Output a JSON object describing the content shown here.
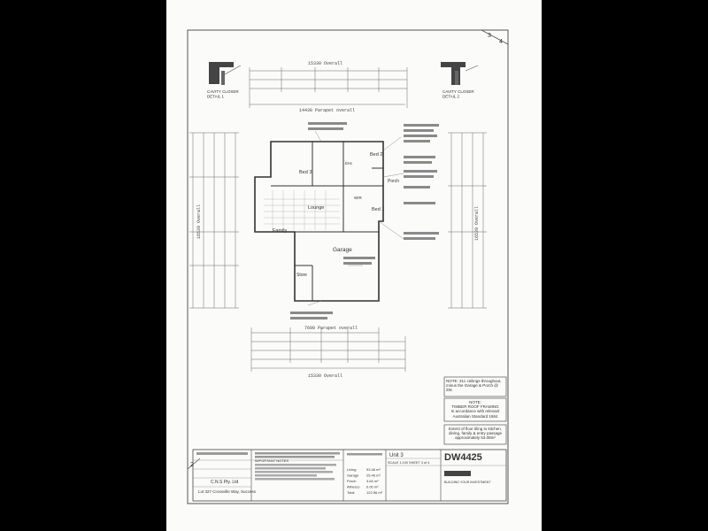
{
  "sheet": {
    "page_index": "3",
    "page_total": "4",
    "corner_number": "2"
  },
  "details": {
    "cavity_left": "CAVITY CLOSER\nDETAIL 1",
    "cavity_right": "CAVITY CLOSER\nDETAIL 2",
    "overall_top": "15330 Overall",
    "parapet_top": "14430 Parapet overall",
    "parapet_bottom": "7690 Parapet overall",
    "overall_bottom": "15330 Overall",
    "overall_left": "16520 Overall",
    "overall_right": "16520 Overall"
  },
  "rooms": {
    "bed2": "Bed 2",
    "bed3": "Bed 3",
    "bed1": "Bed 1",
    "ens": "Ens",
    "wir": "WIR",
    "lounge": "Lounge",
    "family": "Family",
    "garage": "Garage",
    "store": "Store",
    "porch": "Porch"
  },
  "notes": {
    "ceilings": "NOTE: 31c ceilings throughout, minus the Garage & Porch @ 28c",
    "roof_framing": "NOTE:\nTIMBER ROOF FRAMING\nIn accordance with relevant\nAustralian Standard 1684",
    "floor_tiling": "Extent of floor tiling to kitchen,\ndining, family & entry passage\napproximately 53.08m²",
    "important_notes_heading": "IMPORTANT NOTES"
  },
  "title_block": {
    "client": "C.N.S Pty. Ltd",
    "address": "Lot 327 Crossville Way, Success",
    "unit": "Unit 3",
    "drawing_number": "DW4425",
    "scale": "SCALE 1:100  SHEET 3 of 4",
    "slogan": "BUILDING YOUR INVESTMENT",
    "areas": [
      {
        "label": "Living",
        "value": "93.46 m²"
      },
      {
        "label": "Garage",
        "value": "25.46 m²"
      },
      {
        "label": "Porch",
        "value": "3.64 m²"
      },
      {
        "label": "Alfresco",
        "value": "0.00 m²"
      },
      {
        "label": "Total",
        "value": "122.56 m²"
      }
    ]
  }
}
